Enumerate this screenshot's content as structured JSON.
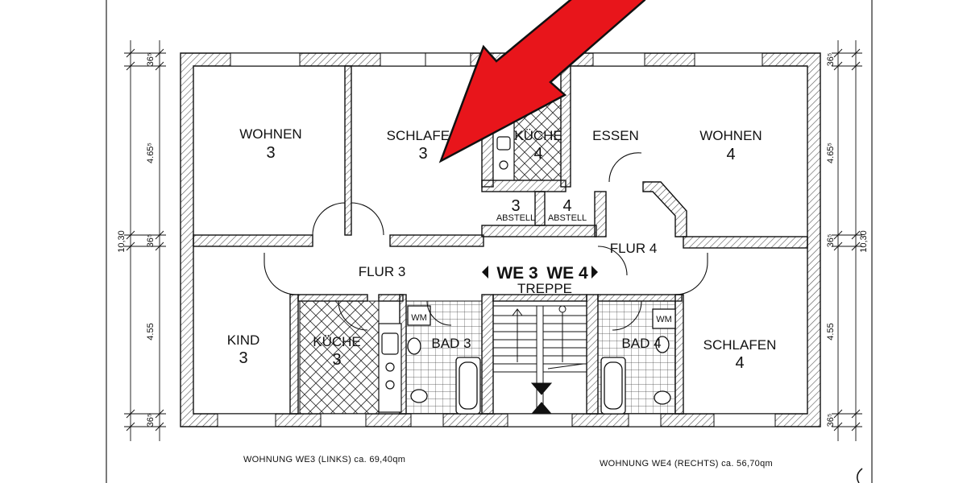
{
  "rooms": {
    "wohnen3": {
      "name": "WOHNEN",
      "num": "3"
    },
    "schlafen3": {
      "name": "SCHLAFEN",
      "num": "3"
    },
    "kueche4": {
      "name": "KÜCHE",
      "num": "4"
    },
    "essen": {
      "name": "ESSEN"
    },
    "wohnen4": {
      "name": "WOHNEN",
      "num": "4"
    },
    "abstell3": {
      "num": "3",
      "name": "ABSTELL"
    },
    "abstell4": {
      "num": "4",
      "name": "ABSTELL"
    },
    "flur3": {
      "name": "FLUR 3"
    },
    "flur4": {
      "name": "FLUR 4"
    },
    "kind3": {
      "name": "KIND",
      "num": "3"
    },
    "kueche3": {
      "name": "KÜCHE",
      "num": "3"
    },
    "bad3": {
      "name": "BAD 3"
    },
    "bad4": {
      "name": "BAD 4"
    },
    "schlafen4": {
      "name": "SCHLAFEN",
      "num": "4"
    },
    "treppe": {
      "name": "TREPPE"
    },
    "wm3": {
      "name": "WM"
    },
    "wm4": {
      "name": "WM"
    }
  },
  "we_labels": {
    "left": "WE 3",
    "right": "WE 4"
  },
  "dimensions": {
    "left_total": "10,30",
    "right_total": "10,30",
    "wall_top": "36⁵",
    "room_top": "4.65⁵",
    "wall_mid": "36⁵",
    "room_bottom": "4.55",
    "wall_bottom": "36⁵"
  },
  "captions": {
    "left": "WOHNUNG WE3 (LINKS) ca. 69,40qm",
    "right": "WOHNUNG WE4 (RECHTS) ca. 56,70qm"
  },
  "colors": {
    "arrow": "#e8151b",
    "wall_hatch": "#444444",
    "line": "#111111"
  }
}
